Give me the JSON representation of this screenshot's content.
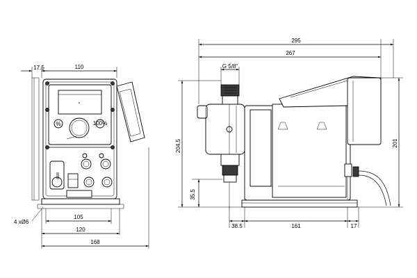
{
  "drawing": {
    "front_view": {
      "dimensions": {
        "top_offset": "17.5",
        "top_width": "110",
        "mount_holes": "4 xØ6",
        "hole_spacing": "105",
        "base_width": "120",
        "overall_width": "168"
      }
    },
    "side_view": {
      "dimensions": {
        "overall_length": "295",
        "body_length": "267",
        "thread": "G 5/8\"",
        "valve_height": "204.5",
        "top_height": "201",
        "outlet_height": "35.5",
        "front_offset": "38.5",
        "base_length": "161",
        "rear_offset": "17"
      }
    },
    "panel": {
      "left_key": "%",
      "right_key": "100%"
    }
  }
}
